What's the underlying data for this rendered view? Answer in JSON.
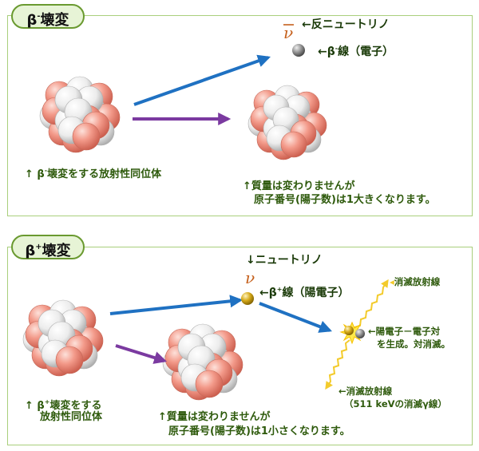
{
  "beta_minus": {
    "title": "β",
    "title_sup": "-",
    "title_suffix": "壊変",
    "antineutrino_label": "←反ニュートリノ",
    "beta_particle_label_prefix": "←β",
    "beta_particle_sup": "-",
    "beta_particle_label_suffix": "線（電子）",
    "isotope_label_prefix": "↑ β",
    "isotope_label_sup": "-",
    "isotope_label_suffix": "壊変をする放射性同位体",
    "note_line1": "↑質量は変わりませんが",
    "note_line2": "原子番号(陽子数)は1大きくなります。"
  },
  "beta_plus": {
    "title": "β",
    "title_sup": "+",
    "title_suffix": "壊変",
    "neutrino_label": "↓ニュートリノ",
    "positron_label_prefix": "←β",
    "positron_label_sup": "+",
    "positron_label_suffix": "線（陽電子）",
    "annihilation_top_label": "消滅放射線",
    "pair_label_line1": "←陽電子－電子対",
    "pair_label_line2": "を生成。対消滅。",
    "annihilation_bottom_line1": "←消滅放射線",
    "annihilation_bottom_line2": "（511 keVの消滅γ線）",
    "isotope_label_line1_prefix": "↑ β",
    "isotope_label_sup": "+",
    "isotope_label_line1_suffix": "壊変をする",
    "isotope_label_line2": "放射性同位体",
    "note_line1": "↑質量は変わりませんが",
    "note_line2": "原子番号(陽子数)は1小さくなります。"
  },
  "colors": {
    "proton": "#f08b7b",
    "neutron": "#f2f2f2",
    "arrow_blue": "#1f71c2",
    "arrow_purple": "#7b3aa0",
    "positron": "#c9a010",
    "electron": "#888888",
    "gamma": "#f3cb2c",
    "text_green": "#2e5a0c"
  }
}
